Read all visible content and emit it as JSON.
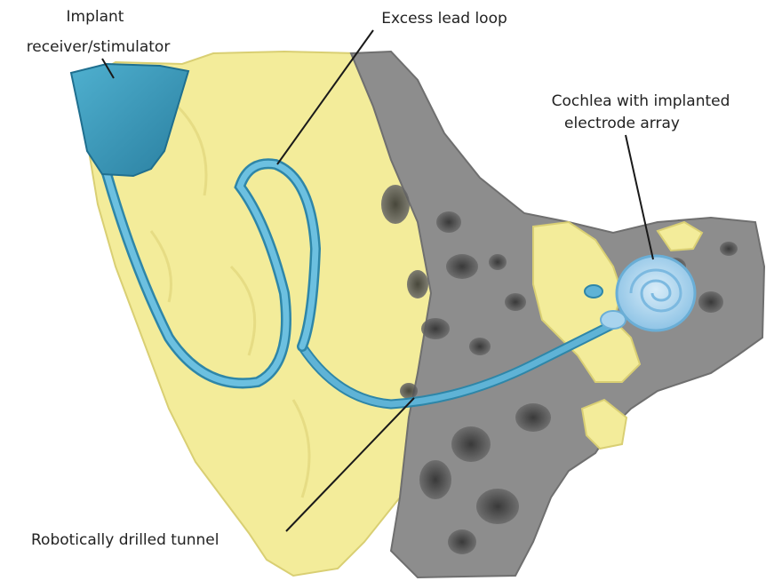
{
  "labels": {
    "implant_line1": "Implant",
    "implant_line2": "receiver/stimulator",
    "excess_lead_loop": "Excess lead loop",
    "cochlea_line1": "Cochlea with implanted",
    "cochlea_line2": "electrode array",
    "tunnel": "Robotically drilled tunnel"
  },
  "colors": {
    "bone": "#f3ec9a",
    "bone_shadow": "#d9cf73",
    "cut_surface": "#8d8d8d",
    "cut_surface_dark": "#3e3e3e",
    "implant": "#3b9cbc",
    "implant_dark": "#1f6f8f",
    "lead": "#5fb3d6",
    "electrode_array": "#a9d4ee",
    "leader_line": "#1a1a1a"
  }
}
